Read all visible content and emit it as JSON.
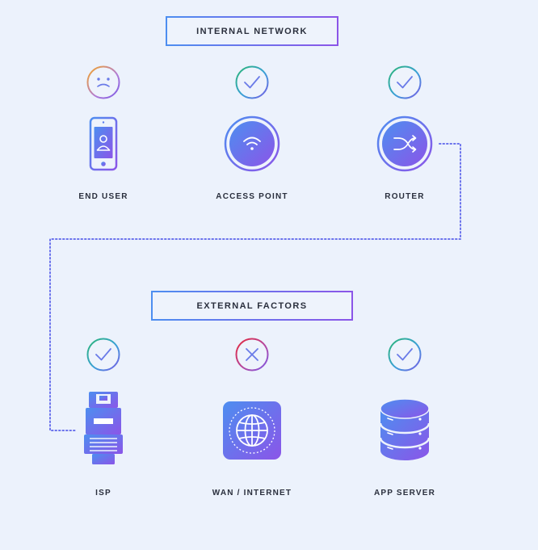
{
  "sections": {
    "internal": {
      "title": "INTERNAL NETWORK"
    },
    "external": {
      "title": "EXTERNAL FACTORS"
    }
  },
  "nodes": {
    "end_user": {
      "label": "END USER",
      "icon": "smartphone-user-icon",
      "status": "degraded"
    },
    "access_point": {
      "label": "ACCESS POINT",
      "icon": "wifi-icon",
      "status": "ok"
    },
    "router": {
      "label": "ROUTER",
      "icon": "router-shuffle-icon",
      "status": "ok"
    },
    "isp": {
      "label": "ISP",
      "icon": "ethernet-plug-icon",
      "status": "ok"
    },
    "wan": {
      "label": "WAN / INTERNET",
      "icon": "globe-icon",
      "status": "error"
    },
    "app_server": {
      "label": "APP SERVER",
      "icon": "database-server-icon",
      "status": "ok"
    }
  },
  "colors": {
    "background": "#ecf2fc",
    "gradient_start": "#4d8ef0",
    "gradient_end": "#8b55e8",
    "status_ok": "#2bb673",
    "status_warning": "#f5a623",
    "status_error": "#e5283a",
    "text": "#2a2f3d"
  }
}
